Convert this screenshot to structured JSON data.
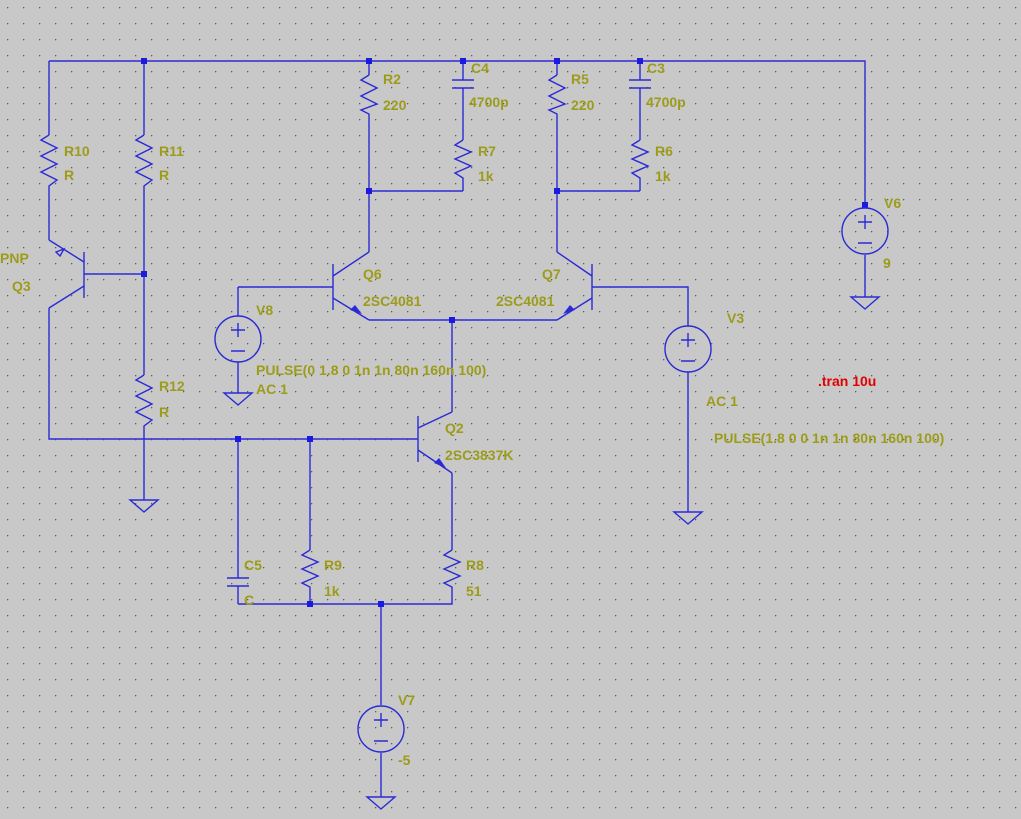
{
  "components": {
    "R10": {
      "name": "R10",
      "value": "R"
    },
    "R11": {
      "name": "R11",
      "value": "R"
    },
    "R12": {
      "name": "R12",
      "value": "R"
    },
    "R2": {
      "name": "R2",
      "value": "220"
    },
    "R5": {
      "name": "R5",
      "value": "220"
    },
    "R7": {
      "name": "R7",
      "value": "1k"
    },
    "R6": {
      "name": "R6",
      "value": "1k"
    },
    "R9": {
      "name": "R9",
      "value": "1k"
    },
    "R8": {
      "name": "R8",
      "value": "51"
    },
    "C4": {
      "name": "C4",
      "value": "4700p"
    },
    "C3": {
      "name": "C3",
      "value": "4700p"
    },
    "C5": {
      "name": "C5",
      "value": "C"
    },
    "Q3": {
      "name": "Q3",
      "model": "PNP"
    },
    "Q6": {
      "name": "Q6",
      "model": "2SC4081"
    },
    "Q7": {
      "name": "Q7",
      "model": "2SC4081"
    },
    "Q2": {
      "name": "Q2",
      "model": "2SC3837K"
    },
    "V6": {
      "name": "V6",
      "value": "9"
    },
    "V7": {
      "name": "V7",
      "value": "-5"
    },
    "V8": {
      "name": "V8",
      "value": "PULSE(0 1.8 0 1n 1n 80n 160n 100)",
      "ac": "AC 1"
    },
    "V3": {
      "name": "V3",
      "value": "PULSE(1.8 0 0 1n 1n 80n 160n 100)",
      "ac": "AC 1"
    }
  },
  "directive": ".tran 10u",
  "colors": {
    "background": "#c8c8c8",
    "wire": "#2a2ad6",
    "label": "#9c9c1a",
    "directive": "#e00000",
    "grid_dot": "#5a5a5a"
  }
}
